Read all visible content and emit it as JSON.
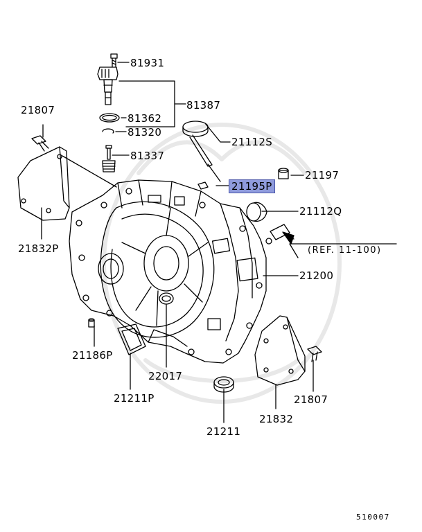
{
  "part_labels": {
    "p81931": "81931",
    "p81387": "81387",
    "p81362": "81362",
    "p81320": "81320",
    "p81337": "81337",
    "p21807a": "21807",
    "p21112s": "21112S",
    "p21197": "21197",
    "p21195p": "21195P",
    "p21112q": "21112Q",
    "p21832p": "21832P",
    "p21200": "21200",
    "p21186p": "21186P",
    "p22017": "22017",
    "p21211p": "21211P",
    "p21211": "21211",
    "p21832": "21832",
    "p21807b": "21807"
  },
  "reference": "(REF. 11-100)",
  "diagram_code": "510007",
  "highlight_color": "#8f9bdc",
  "icons": [
    "transmission-case",
    "speed-sensor",
    "bracket",
    "bolt",
    "plug",
    "seal",
    "dowel-pin"
  ]
}
